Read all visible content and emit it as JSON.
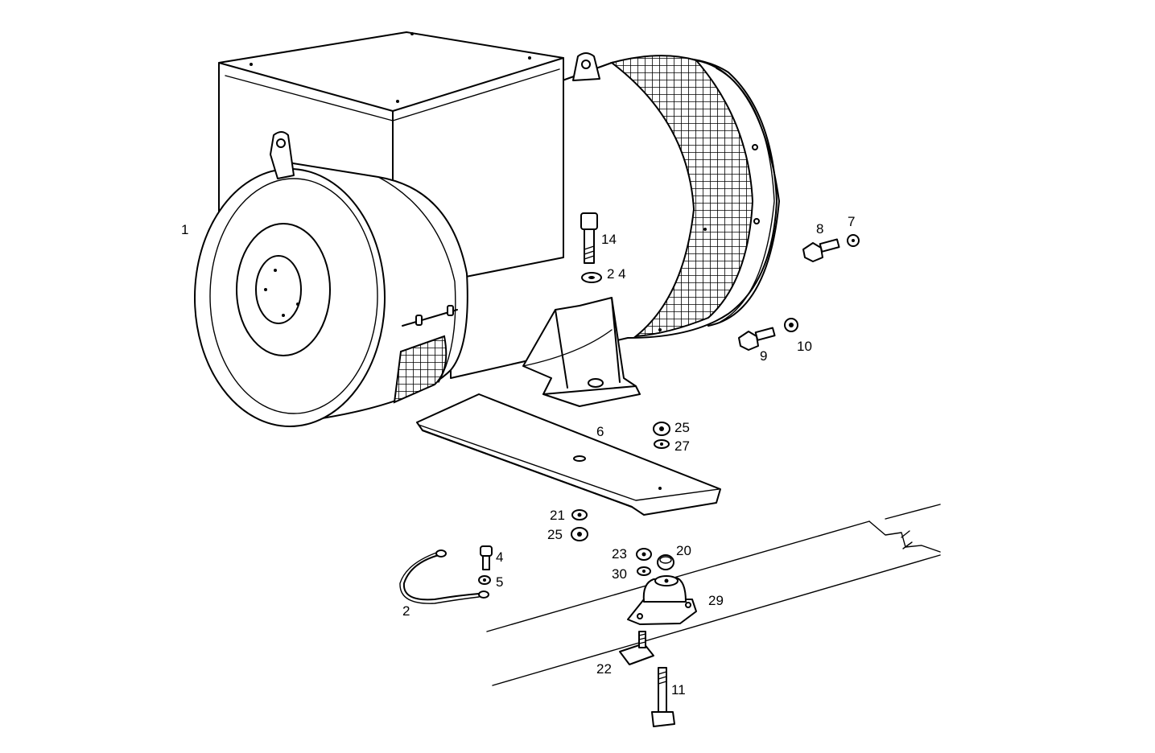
{
  "callouts": {
    "c1": "1",
    "c2": "2",
    "c4": "4",
    "c5": "5",
    "c6": "6",
    "c7": "7",
    "c8": "8",
    "c9": "9",
    "c10": "10",
    "c11": "11",
    "c14": "14",
    "c20": "20",
    "c21": "21",
    "c22": "22",
    "c23": "23",
    "c24": "2 4",
    "c25a": "25",
    "c25b": "25",
    "c27": "27",
    "c29": "29",
    "c30": "30"
  }
}
